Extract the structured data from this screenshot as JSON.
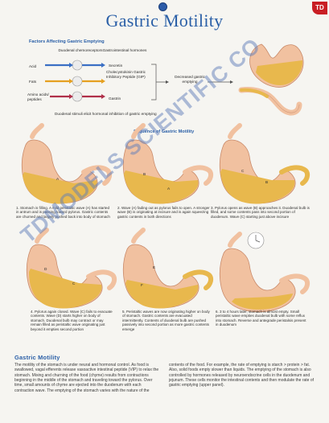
{
  "title": "Gastric Motility",
  "brand": "TD",
  "watermark": "TDMODELS SCIENTIFIC CO",
  "factors": {
    "heading": "Factors Affecting Gastric Emptying",
    "col_duodenal": "Duodenal chemoreceptors",
    "col_hormones": "Gastrointestinal hormones",
    "inputs": [
      "Acid",
      "Fats",
      "Amino acids/ peptides"
    ],
    "hormones": [
      "Secretin",
      "Cholecystokinin Gastric Inhibitory Peptide (GIP)",
      "Gastrin"
    ],
    "result": "Decreased gastric emptying",
    "footer": "Duodenal stimuli elicit hormonal inhibition of gastric emptying"
  },
  "sequence": {
    "heading": "Sequence of Gastric Motility",
    "captions": [
      "1. Stomach is filling. A mild peristaltic wave (A) has started in antrum and is passing toward pylorus. Gastric contents are churned and largely pushed back into body of stomach",
      "2. Wave (A) fading out as pylorus fails to open. A stronger wave (B) is originating at incisure and is again squeezing gastric contents in both directions",
      "3. Pylorus opens as wave (B) approaches it. Duodenal bulb is filled, and some contents pass into second portion of duodenum. Wave (C) starting just above incisure",
      "4. Pylorus again closed. Wave (C) fails to evacuate contents. Wave (D) starts higher on body of stomach. Duodenal bulb may contract or may remain filled as peristaltic wave originating just beyond it empties second portion",
      "5. Peristaltic waves are now originating higher on body of stomach. Gastric contents are evacuated intermittently. Contents of duodenal bulb are pushed passively into second portion as more gastric contents emerge",
      "6. 3 to 4 hours later, stomach is almost empty. Small peristaltic wave empties duodenal bulb with some reflux into stomach. Reverse and antegrade peristalsis present in duodenum"
    ],
    "wave_labels": [
      "A",
      "A",
      "B",
      "B",
      "C",
      "C",
      "D",
      "E",
      "F"
    ]
  },
  "body": {
    "heading": "Gastric Motility",
    "left": "The motility of the stomach is under neural and hormonal control. As food is swallowed, vagal efferents release vasoactive intestinal peptide (VIP) to relax the stomach. Mixing and churning of the food (chyme) results from contractions beginning in the middle of the stomach and traveling toward the pylorus. Over time, small amounts of chyme are ejected into the duodenum with each contraction wave. The emptying of the stomach varies with the nature of the",
    "right": "contents of the food. For example, the rate of emptying is starch > protein > fat. Also, solid foods empty slower than liquids. The emptying of the stomach is also controlled by hormones released by neuroendocrine cells in the duodenum and jejunum. These cells monitor the intestinal contents and then modulate the rate of gastric emptying (upper panel)."
  },
  "colors": {
    "title_blue": "#2a5fa7",
    "stomach_wall": "#f1c1a0",
    "stomach_contents": "#e8b84d",
    "arrow_acid": "#3a6fc4",
    "arrow_fats": "#e5a020",
    "arrow_amino": "#b0304a",
    "brand_red": "#c91e24"
  }
}
